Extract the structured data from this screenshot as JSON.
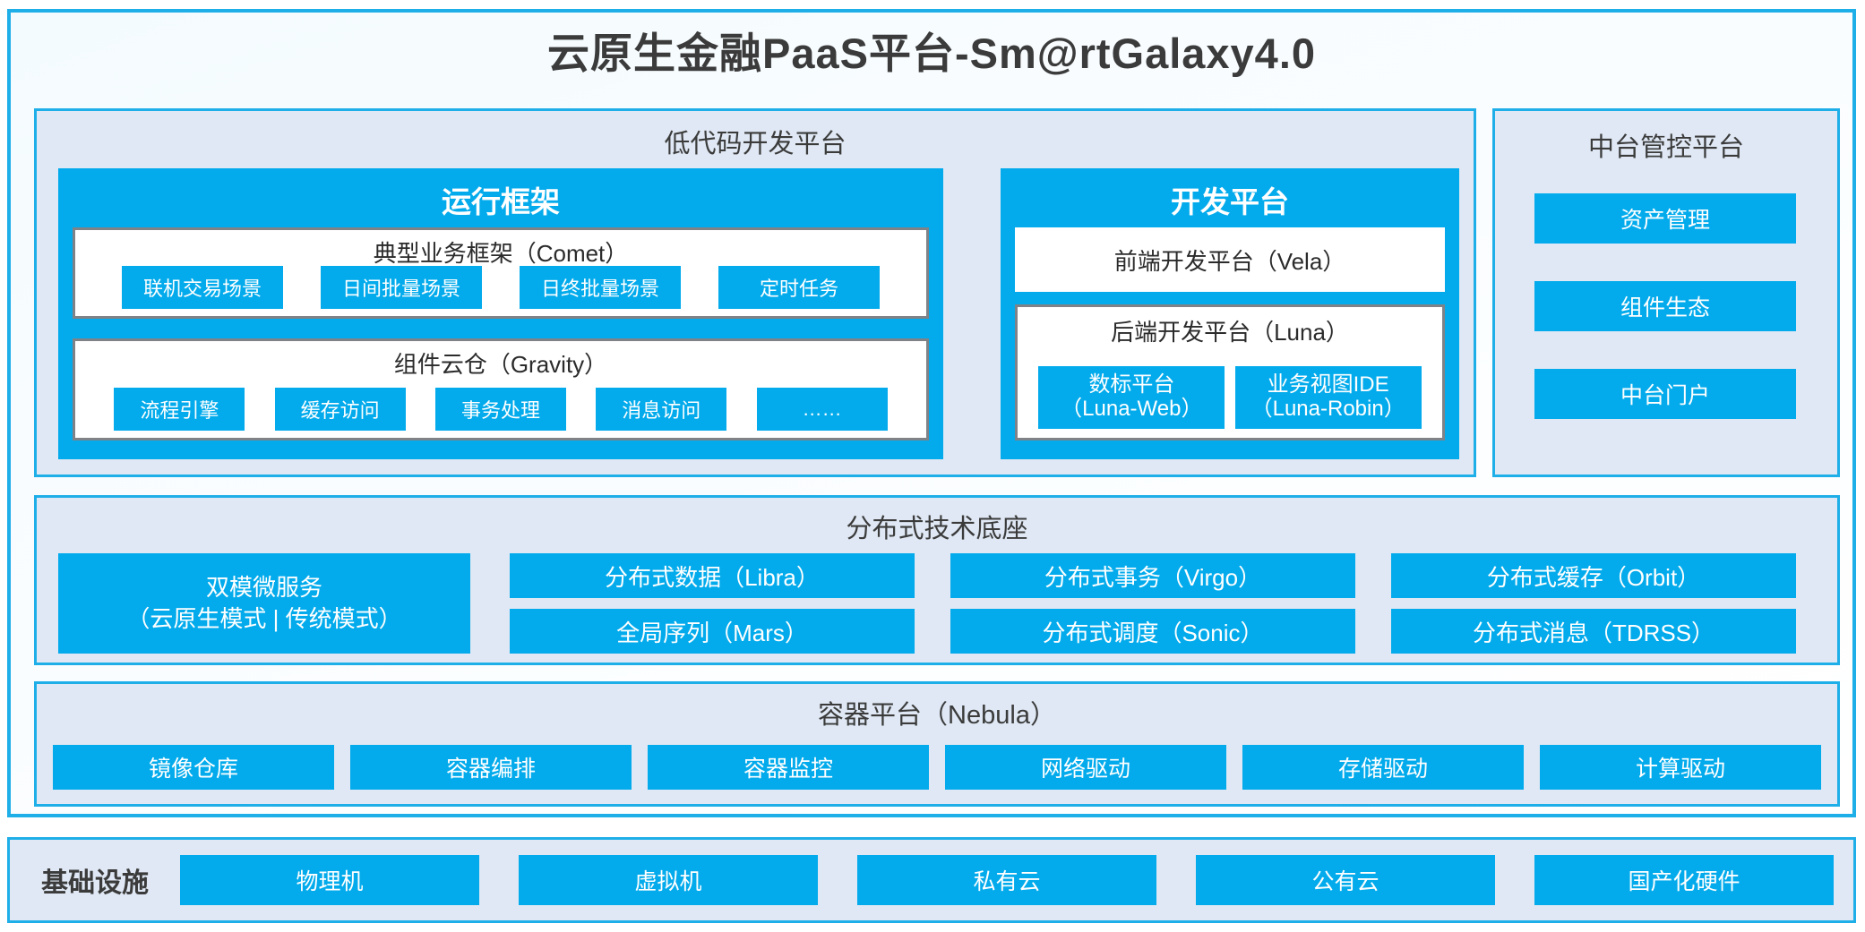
{
  "title": "云原生金融PaaS平台-Sm@rtGalaxy4.0",
  "colors": {
    "accent_blue": "#03ABEC",
    "border_blue": "#1FAFE8",
    "panel_bg": "#DFE8F4",
    "box_border_gray": "#7F8287",
    "text_dark": "#3B3B3B"
  },
  "lowcode": {
    "title": "低代码开发平台",
    "run_framework": {
      "title": "运行框架",
      "comet": {
        "title": "典型业务框架（Comet）",
        "items": [
          "联机交易场景",
          "日间批量场景",
          "日终批量场景",
          "定时任务"
        ]
      },
      "gravity": {
        "title": "组件云仓（Gravity）",
        "items": [
          "流程引擎",
          "缓存访问",
          "事务处理",
          "消息访问",
          "……"
        ]
      }
    },
    "dev_platform": {
      "title": "开发平台",
      "vela": "前端开发平台（Vela）",
      "luna": {
        "title": "后端开发平台（Luna）",
        "items": [
          {
            "name": "数标平台",
            "code": "（Luna-Web）"
          },
          {
            "name": "业务视图IDE",
            "code": "（Luna-Robin）"
          }
        ]
      }
    }
  },
  "midctrl": {
    "title": "中台管控平台",
    "items": [
      "资产管理",
      "组件生态",
      "中台门户"
    ]
  },
  "distributed": {
    "title": "分布式技术底座",
    "highlight": {
      "line1": "双模微服务",
      "line2": "（云原生模式 | 传统模式）"
    },
    "columns": [
      [
        "分布式数据（Libra）",
        "全局序列（Mars）"
      ],
      [
        "分布式事务（Virgo）",
        "分布式调度（Sonic）"
      ],
      [
        "分布式缓存（Orbit）",
        "分布式消息（TDRSS）"
      ]
    ]
  },
  "container": {
    "title": "容器平台（Nebula）",
    "items": [
      "镜像仓库",
      "容器编排",
      "容器监控",
      "网络驱动",
      "存储驱动",
      "计算驱动"
    ]
  },
  "infrastructure": {
    "label": "基础设施",
    "items": [
      "物理机",
      "虚拟机",
      "私有云",
      "公有云",
      "国产化硬件"
    ]
  }
}
